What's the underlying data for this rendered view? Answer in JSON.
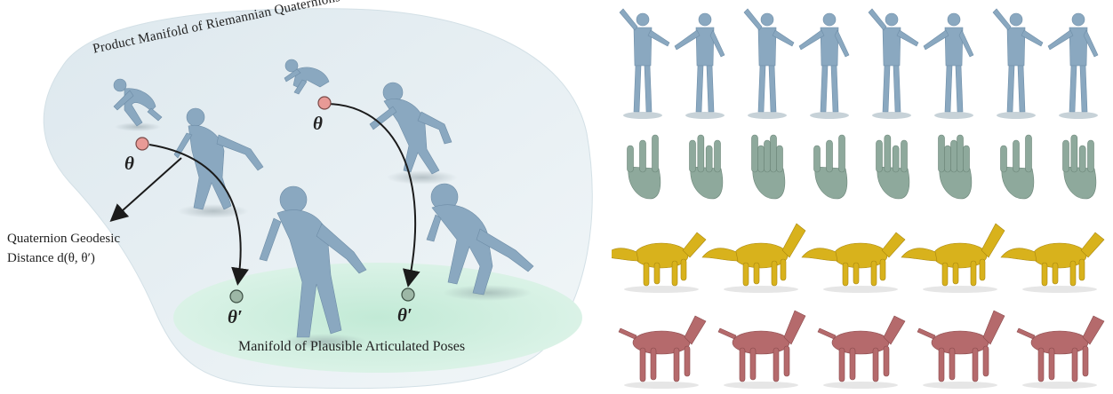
{
  "diagram": {
    "outer_manifold_label": "Product Manifold of Riemannian Quaternions",
    "inner_manifold_label": "Manifold of Plausible Articulated Poses",
    "geodesic_label_line1": "Quaternion Geodesic",
    "geodesic_label_line2": "Distance d(θ, θ′)",
    "theta_symbol": "θ",
    "theta_prime_symbol": "θ′"
  },
  "colors": {
    "outer_manifold": "#e6eef2",
    "inner_manifold": "#cdeedd",
    "human": "#8aa8c0",
    "hand": "#8ea99c",
    "fox": "#d8b21c",
    "dog": "#b56a6c",
    "source_point": "#e89a96",
    "target_point": "#9db7a6"
  },
  "gallery": {
    "rows": [
      {
        "name": "human-bodies",
        "count": 8
      },
      {
        "name": "hands",
        "count": 8
      },
      {
        "name": "foxes",
        "count": 5
      },
      {
        "name": "dogs",
        "count": 5
      }
    ]
  }
}
